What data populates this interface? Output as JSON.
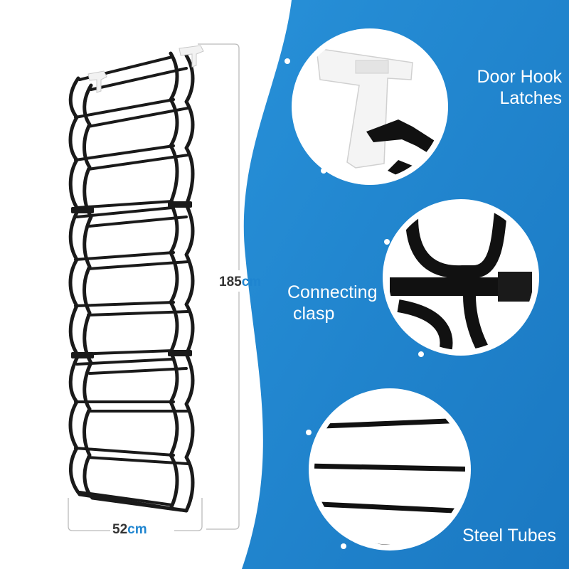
{
  "dimensions": {
    "height": {
      "value": "185",
      "unit": "cm"
    },
    "width": {
      "value": "52",
      "unit": "cm"
    }
  },
  "callouts": [
    {
      "lines": [
        "Door Hook",
        "Latches"
      ],
      "icon": "door-hook-latch-detail"
    },
    {
      "lines": [
        "Connecting",
        "clasp"
      ],
      "icon": "connecting-clasp-detail"
    },
    {
      "lines": [
        "Steel Tubes"
      ],
      "icon": "steel-tubes-detail"
    }
  ],
  "colors": {
    "panel_blue": "#1f85d0",
    "rack_black": "#1a1a1a",
    "dimension_line": "#bbbbbb",
    "text_white": "#ffffff"
  }
}
